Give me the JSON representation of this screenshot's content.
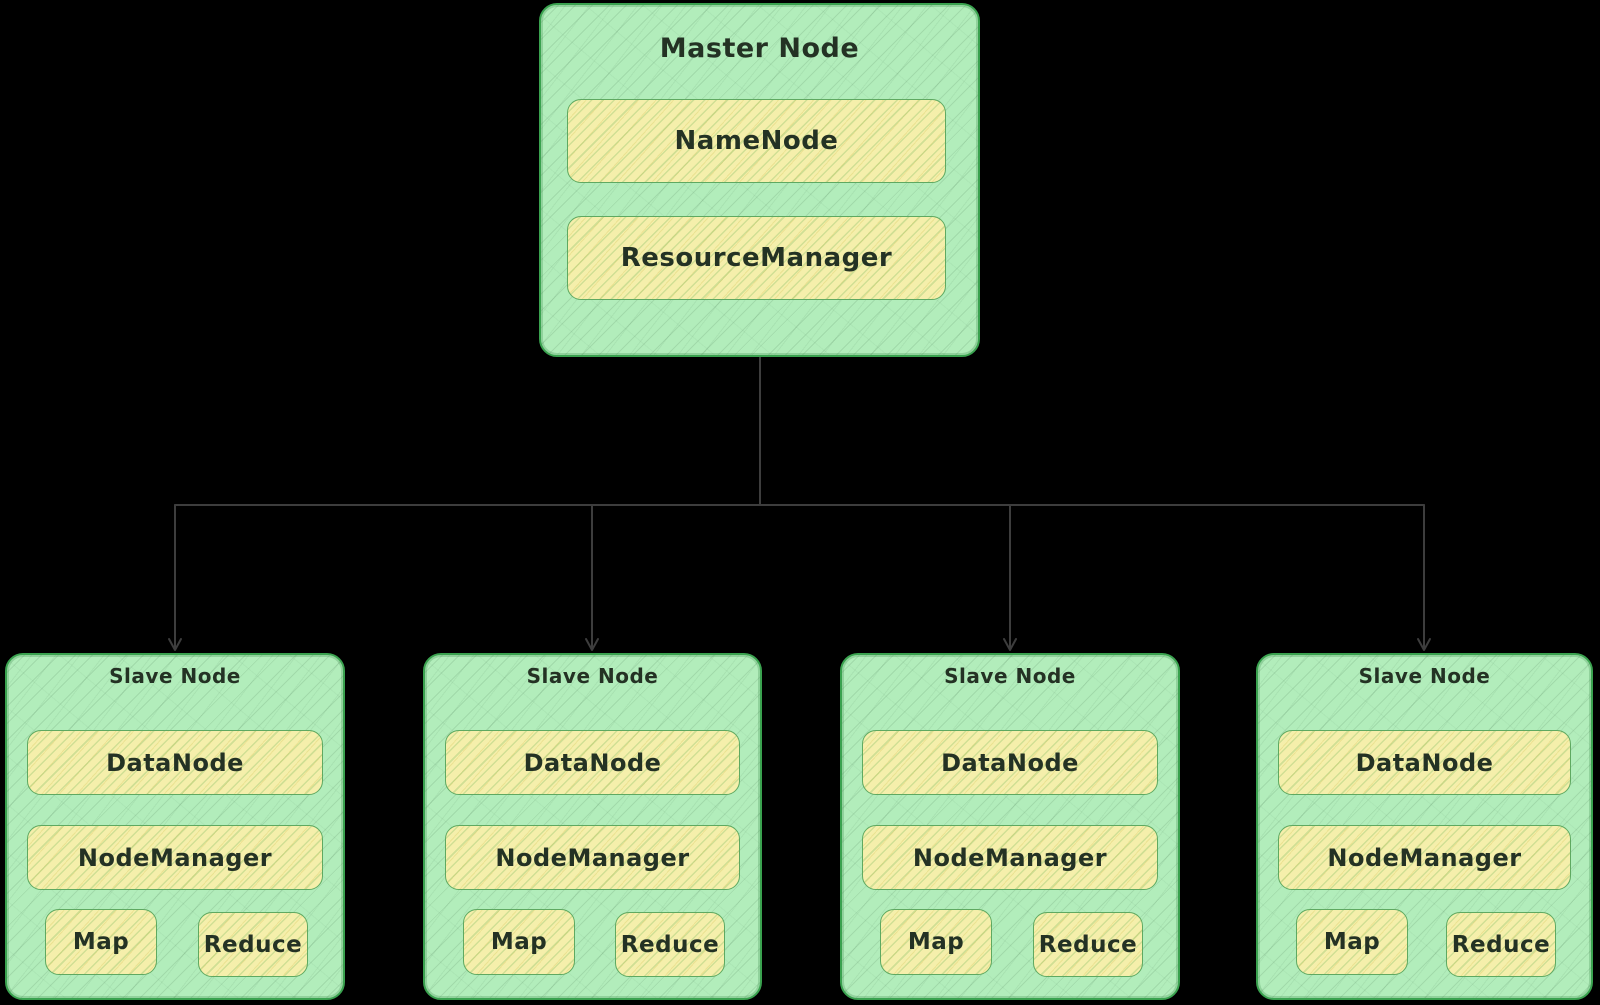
{
  "colors": {
    "background": "#000000",
    "node_fill": "#b2edbb",
    "node_border": "#3aa24f",
    "component_fill": "#f5efab",
    "component_border": "#5fa961",
    "text": "#243224",
    "connector": "#3d3d3d"
  },
  "master": {
    "title": "Master Node",
    "components": [
      {
        "label": "NameNode"
      },
      {
        "label": "ResourceManager"
      }
    ]
  },
  "slaves": [
    {
      "title": "Slave Node",
      "components": [
        {
          "label": "DataNode"
        },
        {
          "label": "NodeManager"
        }
      ],
      "tasks": [
        {
          "label": "Map"
        },
        {
          "label": "Reduce"
        }
      ]
    },
    {
      "title": "Slave Node",
      "components": [
        {
          "label": "DataNode"
        },
        {
          "label": "NodeManager"
        }
      ],
      "tasks": [
        {
          "label": "Map"
        },
        {
          "label": "Reduce"
        }
      ]
    },
    {
      "title": "Slave Node",
      "components": [
        {
          "label": "DataNode"
        },
        {
          "label": "NodeManager"
        }
      ],
      "tasks": [
        {
          "label": "Map"
        },
        {
          "label": "Reduce"
        }
      ]
    },
    {
      "title": "Slave Node",
      "components": [
        {
          "label": "DataNode"
        },
        {
          "label": "NodeManager"
        }
      ],
      "tasks": [
        {
          "label": "Map"
        },
        {
          "label": "Reduce"
        }
      ]
    }
  ],
  "connections": [
    {
      "from": "master",
      "to": "slave-1",
      "arrow": "down"
    },
    {
      "from": "master",
      "to": "slave-2",
      "arrow": "down"
    },
    {
      "from": "master",
      "to": "slave-3",
      "arrow": "down"
    },
    {
      "from": "master",
      "to": "slave-4",
      "arrow": "down"
    }
  ]
}
